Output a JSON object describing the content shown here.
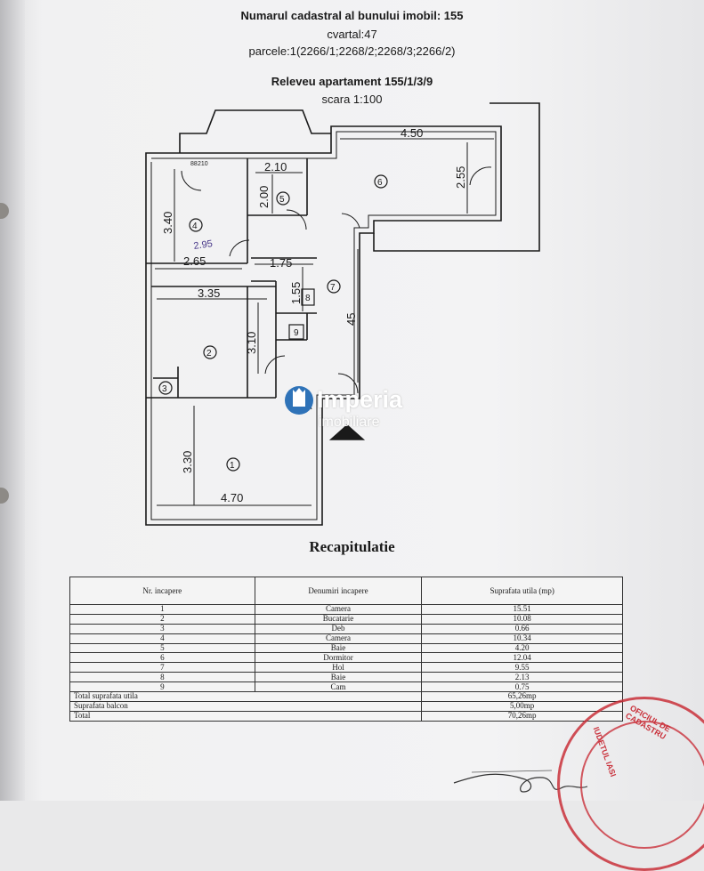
{
  "header": {
    "line1": "Numarul cadastral al bunului imobil:  155",
    "line2": "cvartal:47",
    "line3": "parcele:1(2266/1;2268/2;2268/3;2266/2)",
    "line4": "Releveu apartament  155/1/3/9",
    "line5": "scara 1:100"
  },
  "plan": {
    "dims": {
      "d450": "4.50",
      "d255": "2.55",
      "d210": "2.10",
      "d200": "2.00",
      "d340": "3.40",
      "d265": "2.65",
      "d295": "2.95",
      "d175": "1.75",
      "d155": "1.55",
      "d335": "3.35",
      "d310": "3.10",
      "d45": "45",
      "d330": "3.30",
      "d470": "4.70"
    },
    "rooms": {
      "r1": "1",
      "r2": "2",
      "r3": "3",
      "r4": "4",
      "r5": "5",
      "r6": "6",
      "r7": "7",
      "r8": "8",
      "r9": "9"
    },
    "door_label": {
      "top": "88",
      "bottom": "210"
    }
  },
  "brand": {
    "name": "Imperia",
    "sub": "imobiliare"
  },
  "recap": {
    "title": "Recapitulatie",
    "headers": [
      "Nr. incapere",
      "Denumiri incapere",
      "Suprafata utila (mp)"
    ],
    "rows": [
      [
        "1",
        "Camera",
        "15.51"
      ],
      [
        "2",
        "Bucatarie",
        "10.08"
      ],
      [
        "3",
        "Deb",
        "0.66"
      ],
      [
        "4",
        "Camera",
        "10.34"
      ],
      [
        "5",
        "Baie",
        "4.20"
      ],
      [
        "6",
        "Dormitor",
        "12.04"
      ],
      [
        "7",
        "Hol",
        "9.55"
      ],
      [
        "8",
        "Baie",
        "2.13"
      ],
      [
        "9",
        "Cam",
        "0.75"
      ]
    ],
    "totals": [
      [
        "Total suprafata utila",
        "65,26mp"
      ],
      [
        "Suprafata balcon",
        "5,00mp"
      ],
      [
        "Total",
        "70,26mp"
      ]
    ]
  },
  "stamp": {
    "text1": "OFICIUL DE CADASTRU",
    "text2": "IUDETUL IASI"
  },
  "colors": {
    "ink": "#1a1a1a",
    "stamp": "#c9303a",
    "brand": "#2f73b8"
  }
}
